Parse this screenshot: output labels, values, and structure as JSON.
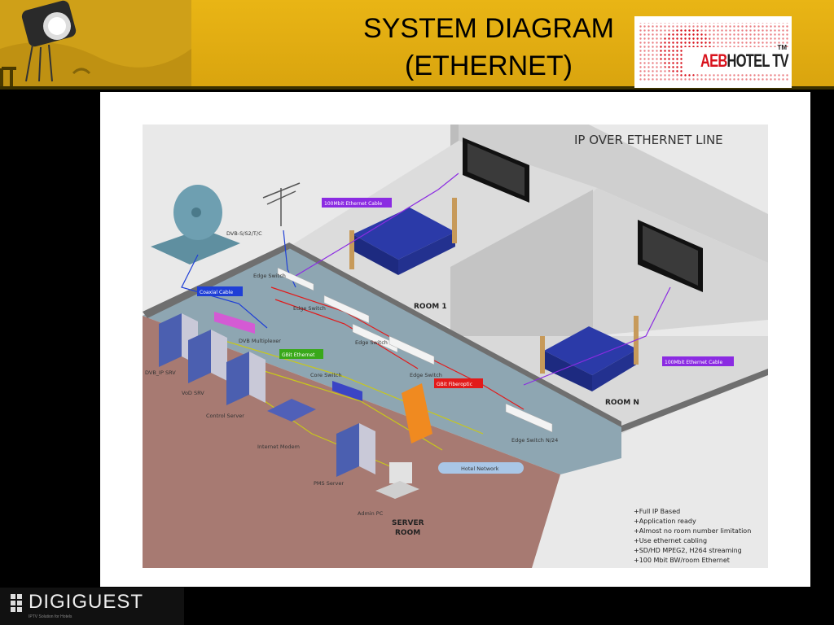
{
  "slide": {
    "title_line1": "SYSTEM DIAGRAM",
    "title_line2": "(ETHERNET)"
  },
  "logo": {
    "brand_red": "AEB",
    "brand_dark": "HOTEL TV",
    "tm": "TM"
  },
  "footer": {
    "brand": "DIGIGUEST",
    "sub": "IPTV Solution for Hotels"
  },
  "diagram": {
    "heading": "IP OVER ETHERNET LINE",
    "rooms": {
      "room1": "ROOM 1",
      "roomN": "ROOM N",
      "server_line1": "SERVER",
      "server_line2": "ROOM"
    },
    "tags": {
      "ethernet_cable_top": "100Mbit Ethernet Cable",
      "coaxial": "Coaxial Cable",
      "gbit": "GBit Ethernet",
      "fiberoptic": "GBit Fiberoptic",
      "ethernet_cable_right": "100Mbit Ethernet Cable"
    },
    "labels": {
      "dvb": "DVB-S/S2/T/C",
      "edge1": "Edge Switch",
      "edge2": "Edge Switch",
      "edge3": "Edge Switch",
      "edge4": "Edge Switch",
      "edge_n": "Edge Switch N/24",
      "dvb_mux": "DVB Multiplexer",
      "dvb_ip": "DVB_IP SRV",
      "vod": "VoD SRV",
      "control": "Control Server",
      "core": "Core Switch",
      "modem": "Internet Modem",
      "pms": "PMS Server",
      "admin": "Admin PC",
      "hotel_network": "Hotel Network"
    },
    "features": [
      "+Full IP Based",
      "+Application ready",
      "+Almost no room number limitation",
      "+Use ethernet cabling",
      "+SD/HD MPEG2, H264 streaming",
      "+100 Mbit BW/room Ethernet"
    ]
  },
  "colors": {
    "header": "#e0ac12",
    "ethernet_tag": "#8b2be2",
    "coaxial_tag": "#1f3fd6",
    "gbit_tag": "#39a81a",
    "fiber_tag": "#e21a1a",
    "server_floor": "#a77a72",
    "corridor": "#8ea6b2"
  },
  "icons": {
    "spotlight": "spotlight-icon",
    "brand_mark": "digiguest-mark-icon"
  }
}
